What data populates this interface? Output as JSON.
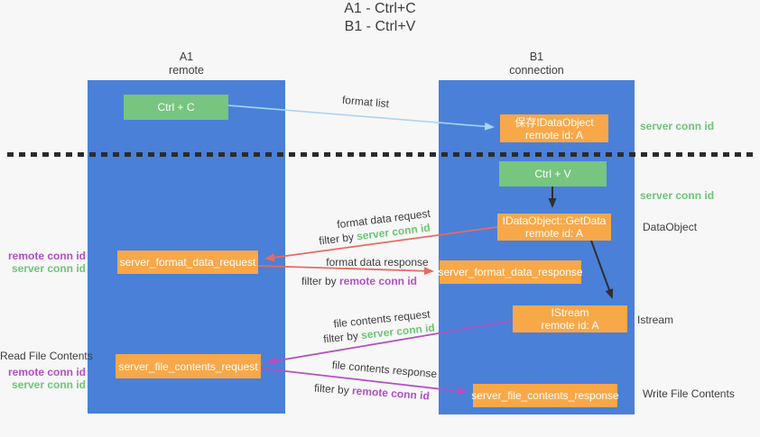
{
  "title": {
    "line1": "A1 - Ctrl+C",
    "line2": "B1 - Ctrl+V"
  },
  "columns": {
    "left": {
      "name": "A1",
      "subtitle": "remote"
    },
    "right": {
      "name": "B1",
      "subtitle": "connection"
    }
  },
  "nodes": {
    "ctrl_c": "Ctrl + C",
    "ctrl_v": "Ctrl + V",
    "save_obj": {
      "line1": "保存IDataObject",
      "line2": "remote id: A"
    },
    "getdata": {
      "line1": "IDataObject::GetData",
      "line2": "remote id: A"
    },
    "istream": {
      "line1": "IStream",
      "line2": "remote id: A"
    },
    "format_request": "server_format_data_request",
    "format_response": "server_format_data_response",
    "file_request": "server_file_contents_request",
    "file_response": "server_file_contents_response"
  },
  "labels": {
    "format_list": "format list",
    "format_data_request": "format data request",
    "format_data_response": "format data response",
    "file_contents_request": "file contents request",
    "file_contents_response": "file contents response",
    "filter_by": "filter by ",
    "server_conn_id": "server conn id",
    "remote_conn_id": "remote conn id",
    "dataobject": "DataObject",
    "istream": "Istream",
    "read_file_contents": "Read File Contents",
    "write_file_contents": "Write File Contents"
  },
  "colors": {
    "background": "#f7f7f7",
    "lifeline_blue": "#4a80d8",
    "action_green": "#77c57f",
    "message_orange": "#f8a848",
    "server_conn_green": "#6ec477",
    "remote_conn_magenta": "#b14fc6",
    "request_red_arrow": "#e96a60",
    "file_purple_arrow": "#b351c1",
    "format_list_blue_arrow": "#a8d4f2",
    "separator_black": "#2b2b2b",
    "text_dark": "#3d3d3d"
  }
}
